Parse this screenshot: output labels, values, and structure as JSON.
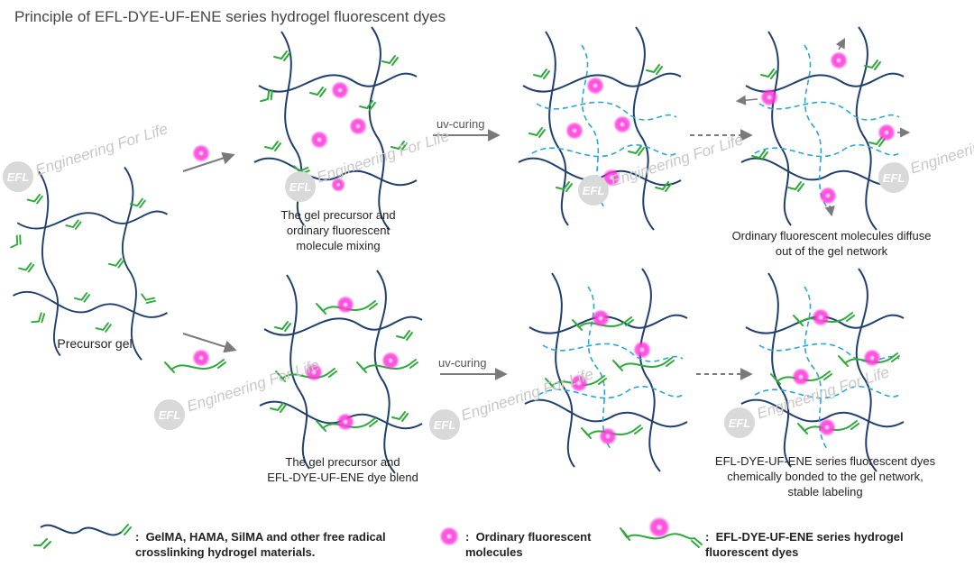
{
  "title": "Principle of EFL-DYE-UF-ENE series hydrogel fluorescent dyes",
  "watermark": {
    "logo": "EFL",
    "text": "Engineering For Life"
  },
  "captions": {
    "precursor_gel": "Precursor gel",
    "top_mix": [
      "The gel precursor and",
      "ordinary fluorescent",
      "molecule mixing"
    ],
    "top_result": [
      "Ordinary fluorescent molecules diffuse",
      "out of the gel network"
    ],
    "bottom_mix": [
      "The gel precursor and",
      "EFL-DYE-UF-ENE dye blend"
    ],
    "bottom_result": [
      "EFL-DYE-UF-ENE series fluorescent dyes",
      "chemically bonded to the gel network,",
      "stable labeling"
    ]
  },
  "arrow_labels": {
    "top_uv": "uv-curing",
    "bottom_uv": "uv-curing"
  },
  "legend": {
    "hydrogel": [
      "GelMA, HAMA, SilMA and other free radical",
      "crosslinking hydrogel materials."
    ],
    "ordinary": [
      "Ordinary fluorescent",
      "molecules"
    ],
    "efl_dye": [
      "EFL-DYE-UF-ENE series hydrogel",
      "fluorescent dyes"
    ]
  },
  "colors": {
    "polymer": "#1f3f6e",
    "crosslinker": "#2eaa3a",
    "crosslink_dashed": "#2aa7d8",
    "dye": "#ff2bd6",
    "arrow": "#7a7a7a"
  }
}
